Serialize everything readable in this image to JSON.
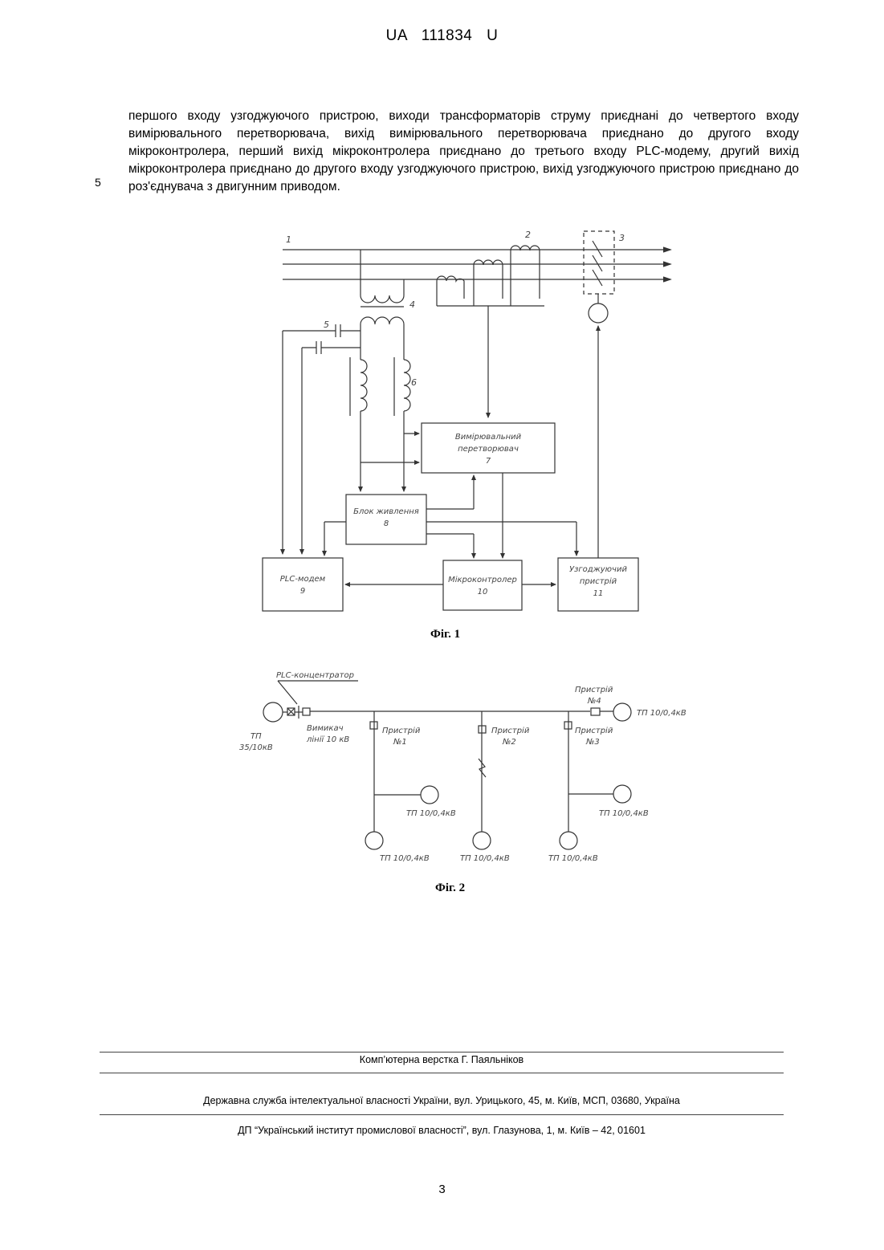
{
  "header": {
    "text": "UA 111834 U"
  },
  "body_text": "першого входу узгоджуючого пристрою, виходи трансформаторів струму приєднані до четвертого входу вимірювального перетворювача, вихід вимірювального перетворювача приєднано до другого входу мікроконтролера, перший вихід мікроконтролера приєднано до третього входу PLC-модему, другий вихід мікроконтролера приєднано до другого входу узгоджуючого пристрою, вихід узгоджуючого пристрою приєднано до роз'єднувача з двигунним приводом.",
  "line_number": "5",
  "figure1": {
    "caption": "Фіг. 1",
    "labels": {
      "l1": "1",
      "l2": "2",
      "l3": "3",
      "l4": "4",
      "l5": "5",
      "l6": "6"
    },
    "blocks": {
      "b7_line1": "Вимірювальний",
      "b7_line2": "перетворювач",
      "b7_num": "7",
      "b8_line1": "Блок живлення",
      "b8_num": "8",
      "b9_line1": "PLC-модем",
      "b9_num": "9",
      "b10_line1": "Мікроконтролер",
      "b10_num": "10",
      "b11_line1": "Узгоджуючий",
      "b11_line2": "пристрій",
      "b11_num": "11"
    }
  },
  "figure2": {
    "caption": "Фіг. 2",
    "labels": {
      "concentrator": "PLC-концентратор",
      "tp_main_1": "ТП",
      "tp_main_2": "35/10кВ",
      "switch_1": "Вимикач",
      "switch_2": "лінії 10 кВ",
      "dev4_1": "Пристрій",
      "dev4_2": "№4",
      "dev1_1": "Пристрій",
      "dev1_2": "№1",
      "dev2_1": "Пристрій",
      "dev2_2": "№2",
      "dev3_1": "Пристрій",
      "dev3_2": "№3",
      "tp_right": "ТП 10/0,4кВ",
      "tp_a": "ТП 10/0,4кВ",
      "tp_b": "ТП 10/0,4кВ",
      "tp_c": "ТП 10/0,4кВ",
      "tp_d": "ТП 10/0,4кВ",
      "tp_e": "ТП 10/0,4кВ"
    }
  },
  "footer": {
    "layout": "Комп’ютерна верстка Г. Паяльніков",
    "agency": "Державна служба інтелектуальної власності України, вул. Урицького, 45, м. Київ, МСП, 03680, Україна",
    "institute": "ДП “Український інститут промислової власності”, вул. Глазунова, 1, м. Київ – 42, 01601"
  },
  "page_number": "3"
}
